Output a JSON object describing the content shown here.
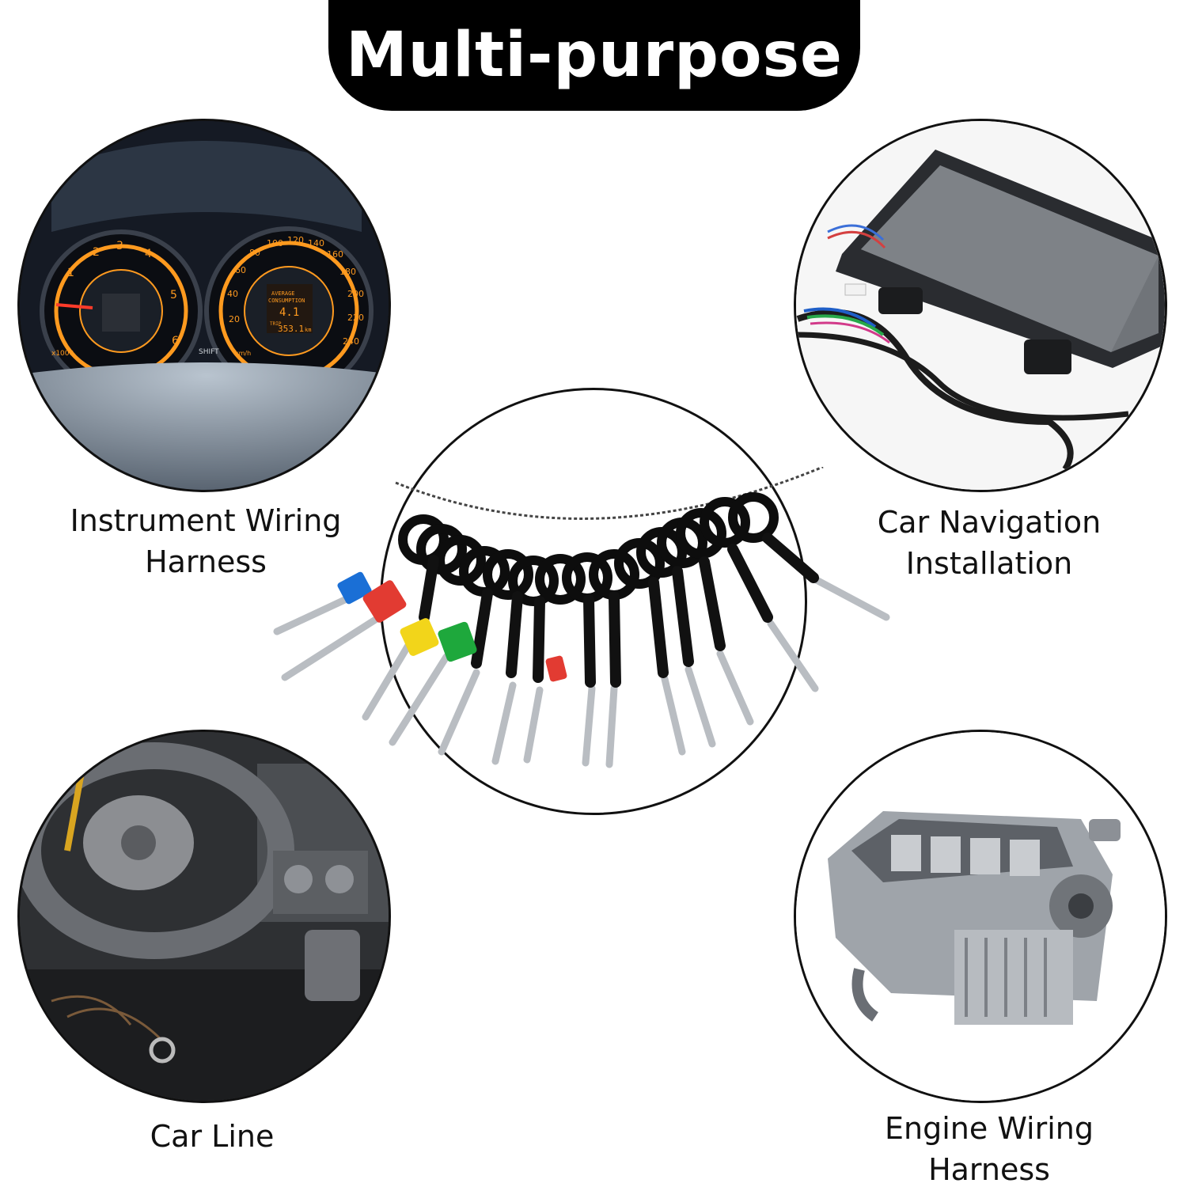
{
  "title": "Multi-purpose",
  "panels": {
    "instrument": {
      "line1": "Instrument Wiring",
      "line2": "Harness"
    },
    "navigation": {
      "line1": "Car Navigation",
      "line2": "Installation"
    },
    "car_line": {
      "line1": "Car Line"
    },
    "engine": {
      "line1": "Engine Wiring",
      "line2": "Harness"
    }
  },
  "dashboard": {
    "tach_ticks": [
      "1",
      "2",
      "3",
      "4",
      "5",
      "6"
    ],
    "speed_ticks": [
      "20",
      "40",
      "60",
      "80",
      "100",
      "120",
      "140",
      "160",
      "180",
      "200",
      "220",
      "240"
    ],
    "lcd_line1": "AVERAGE",
    "lcd_line2": "CONSUMPTION",
    "lcd_value": "4.1",
    "lcd_trip_label": "TRIP",
    "lcd_trip_value": "353.1",
    "lcd_trip_unit": "km",
    "shift": "SHIFT",
    "tach_unit": "x1000",
    "speed_unit": "km/h"
  },
  "colors": {
    "gauge_orange": "#ff9a1f",
    "tip_blue": "#1a6fd6",
    "tip_red": "#e23b32",
    "tip_yellow": "#f2d51a",
    "tip_green": "#1ea83c"
  }
}
